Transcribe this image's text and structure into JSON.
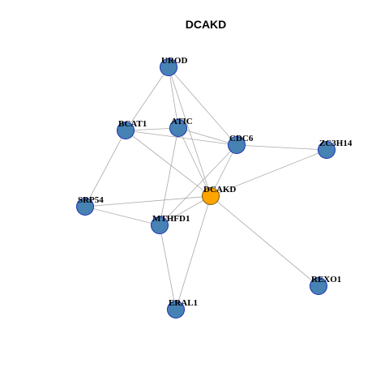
{
  "title": "DCAKD",
  "colors": {
    "node_fill": "#4682b4",
    "node_stroke": "#1c2fb0",
    "center_fill": "#ffa500",
    "center_stroke": "#7a5a10",
    "edge": "#aaaaaa"
  },
  "graph": {
    "center": "DCAKD",
    "nodes": [
      "UROD",
      "BCAT1",
      "ATIC",
      "CDC6",
      "ZC3H14",
      "DCAKD",
      "SRP54",
      "MTHFD1",
      "REXO1",
      "ERAL1"
    ],
    "edges": [
      [
        "UROD",
        "BCAT1"
      ],
      [
        "UROD",
        "ATIC"
      ],
      [
        "UROD",
        "CDC6"
      ],
      [
        "UROD",
        "DCAKD"
      ],
      [
        "BCAT1",
        "ATIC"
      ],
      [
        "BCAT1",
        "CDC6"
      ],
      [
        "BCAT1",
        "DCAKD"
      ],
      [
        "BCAT1",
        "SRP54"
      ],
      [
        "ATIC",
        "CDC6"
      ],
      [
        "ATIC",
        "DCAKD"
      ],
      [
        "ATIC",
        "MTHFD1"
      ],
      [
        "CDC6",
        "ZC3H14"
      ],
      [
        "CDC6",
        "DCAKD"
      ],
      [
        "CDC6",
        "MTHFD1"
      ],
      [
        "ZC3H14",
        "DCAKD"
      ],
      [
        "DCAKD",
        "SRP54"
      ],
      [
        "DCAKD",
        "MTHFD1"
      ],
      [
        "DCAKD",
        "REXO1"
      ],
      [
        "DCAKD",
        "ERAL1"
      ],
      [
        "SRP54",
        "MTHFD1"
      ],
      [
        "MTHFD1",
        "ERAL1"
      ]
    ]
  }
}
